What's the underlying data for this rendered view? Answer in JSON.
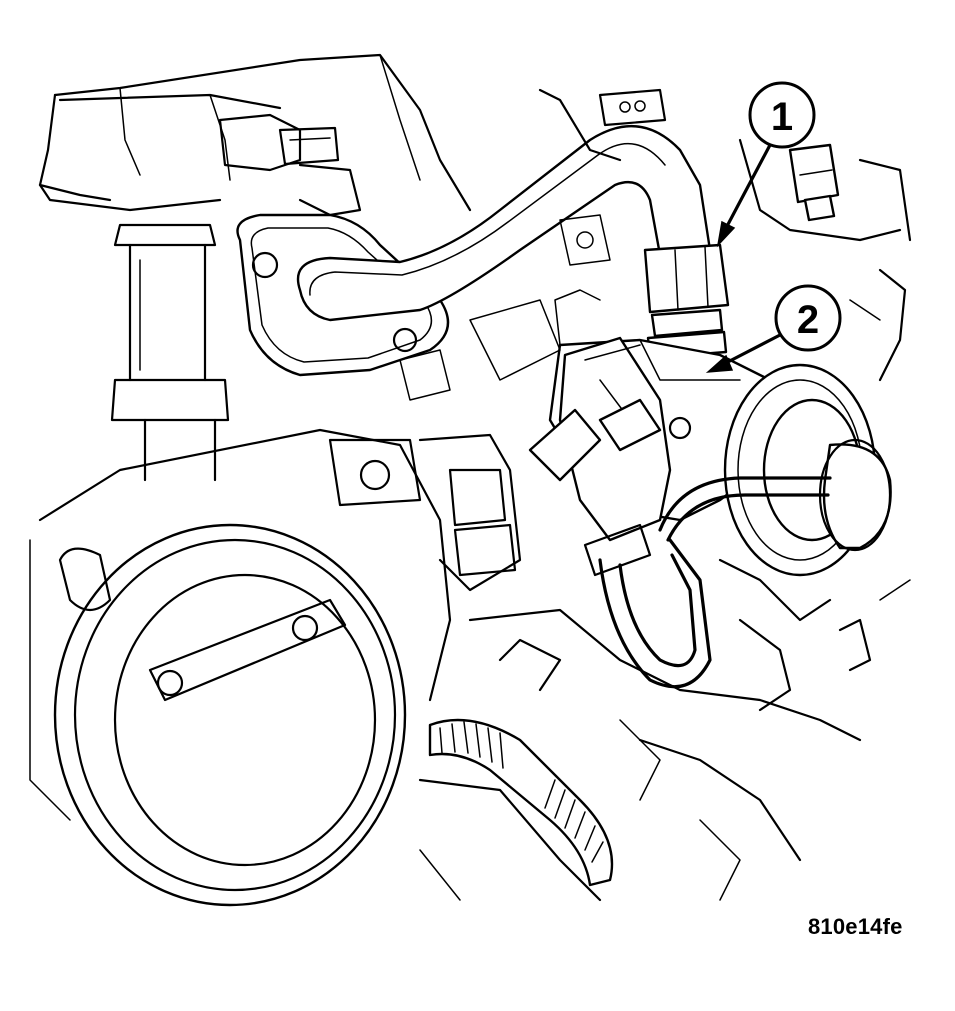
{
  "figure": {
    "id": "810e14fe",
    "callouts": [
      {
        "number": "1"
      },
      {
        "number": "2"
      }
    ]
  }
}
